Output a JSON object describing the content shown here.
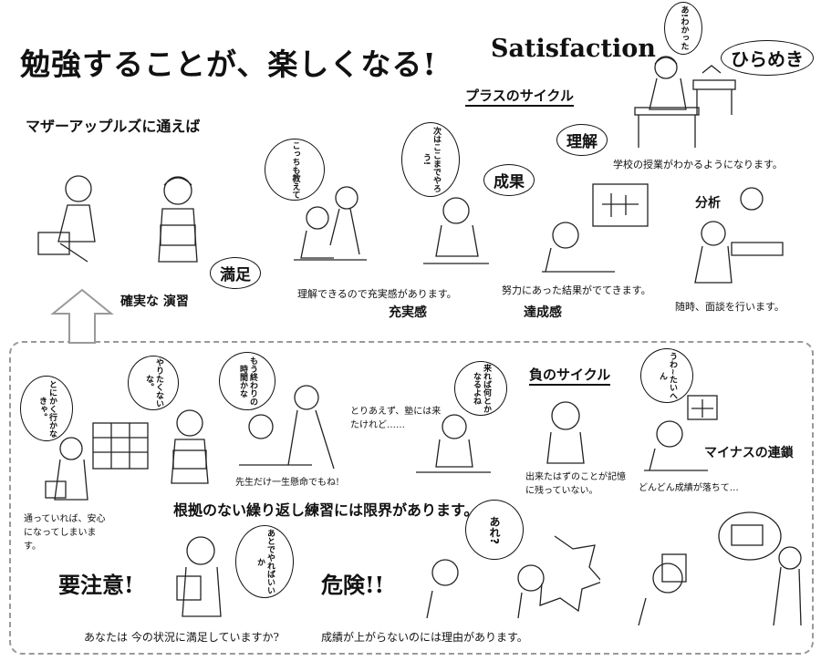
{
  "header": {
    "title": "勉強することが、楽しくなる!",
    "satisfaction": "Satisfaction",
    "hirameki": "ひらめき",
    "plus_cycle": "プラスのサイクル",
    "rikai": "理解",
    "school_caption": "学校の授業がわかるようになります。",
    "aa_bubble": "あ!わかった"
  },
  "top": {
    "mother_apples": "マザーアップルズに通えば",
    "kakujitsu": "確実な 演習",
    "manzoku": "満足",
    "bubble_kocchimo": "こっちも教えて",
    "bubble_tsugi": "次はここまでやろう!",
    "seika": "成果",
    "jujitsu_caption": "理解できるので充実感があります。",
    "jujitsukan": "充実感",
    "doryoku_caption": "努力にあった結果がでてきます。",
    "tasseikan": "達成感",
    "bunseki": "分析",
    "mendan_caption": "随時、面談を行います。"
  },
  "bottom": {
    "bubble_tonikaku": "とにかく行かなきゃ。",
    "bubble_yaritaku": "やりたくないな。",
    "bubble_mou": "もう終わりの時間かな",
    "toriaezu": "とりあえず、塾には来たけれど……",
    "bubble_kureba": "来れば何とかなるよね",
    "fu_cycle": "負のサイクル",
    "bubble_uwa": "うわ~たいへん",
    "kayotte": "通っていれば、安心になってしまいます。",
    "sensei": "先生だけ一生懸命でもね!",
    "dekita": "出来たはずのことが記憶に残っていない。",
    "dondon": "どんどん成績が落ちて…",
    "minus": "マイナスの連鎖",
    "konkyo": "根拠のない繰り返し練習には限界があります。",
    "youchuui": "要注意!",
    "bubble_atode": "あとでやればいいか",
    "kiken": "危険!!",
    "bubble_are": "あれ?",
    "anata": "あなたは 今の状況に満足していますか?",
    "seiseki": "成績が上がらないのには理由があります。"
  }
}
